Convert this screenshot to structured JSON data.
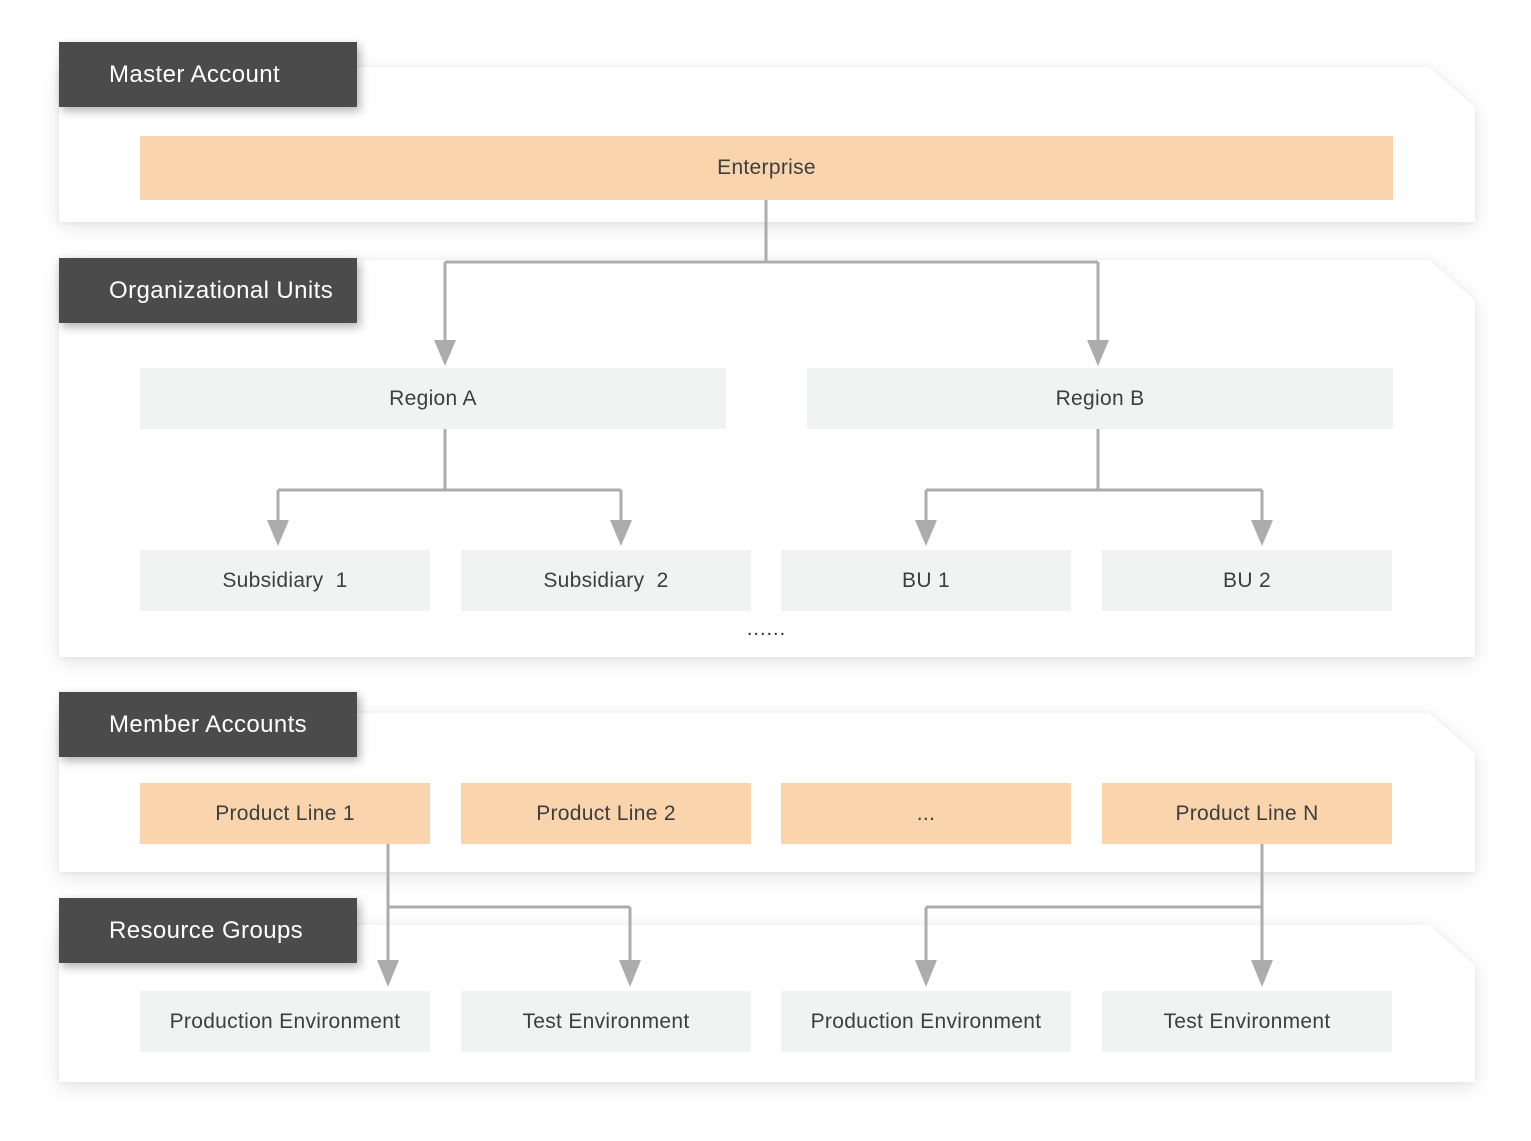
{
  "sections": [
    {
      "label": "Master Account"
    },
    {
      "label": "Organizational Units"
    },
    {
      "label": "Member Accounts"
    },
    {
      "label": "Resource Groups"
    }
  ],
  "nodes": {
    "enterprise": "Enterprise",
    "region_a": "Region A",
    "region_b": "Region B",
    "subsidiary_1": "Subsidiary  1",
    "subsidiary_2": "Subsidiary  2",
    "bu_1": "BU 1",
    "bu_2": "BU 2",
    "units_ellipsis": "......",
    "product_line_1": "Product Line 1",
    "product_line_2": "Product Line 2",
    "product_line_more": "...",
    "product_line_n": "Product Line N",
    "production_env_1": "Production Environment",
    "test_env_1": "Test Environment",
    "production_env_2": "Production Environment",
    "test_env_2": "Test Environment"
  },
  "colors": {
    "accent_box": "#F9D4AC",
    "neutral_box": "#F1F3F2",
    "section_label_bg": "#4B4B4B",
    "section_label_text": "#FFFFFF",
    "connector": "#ACACAC",
    "node_text": "#3E3E3E",
    "panel_bg": "#FFFFFF"
  }
}
